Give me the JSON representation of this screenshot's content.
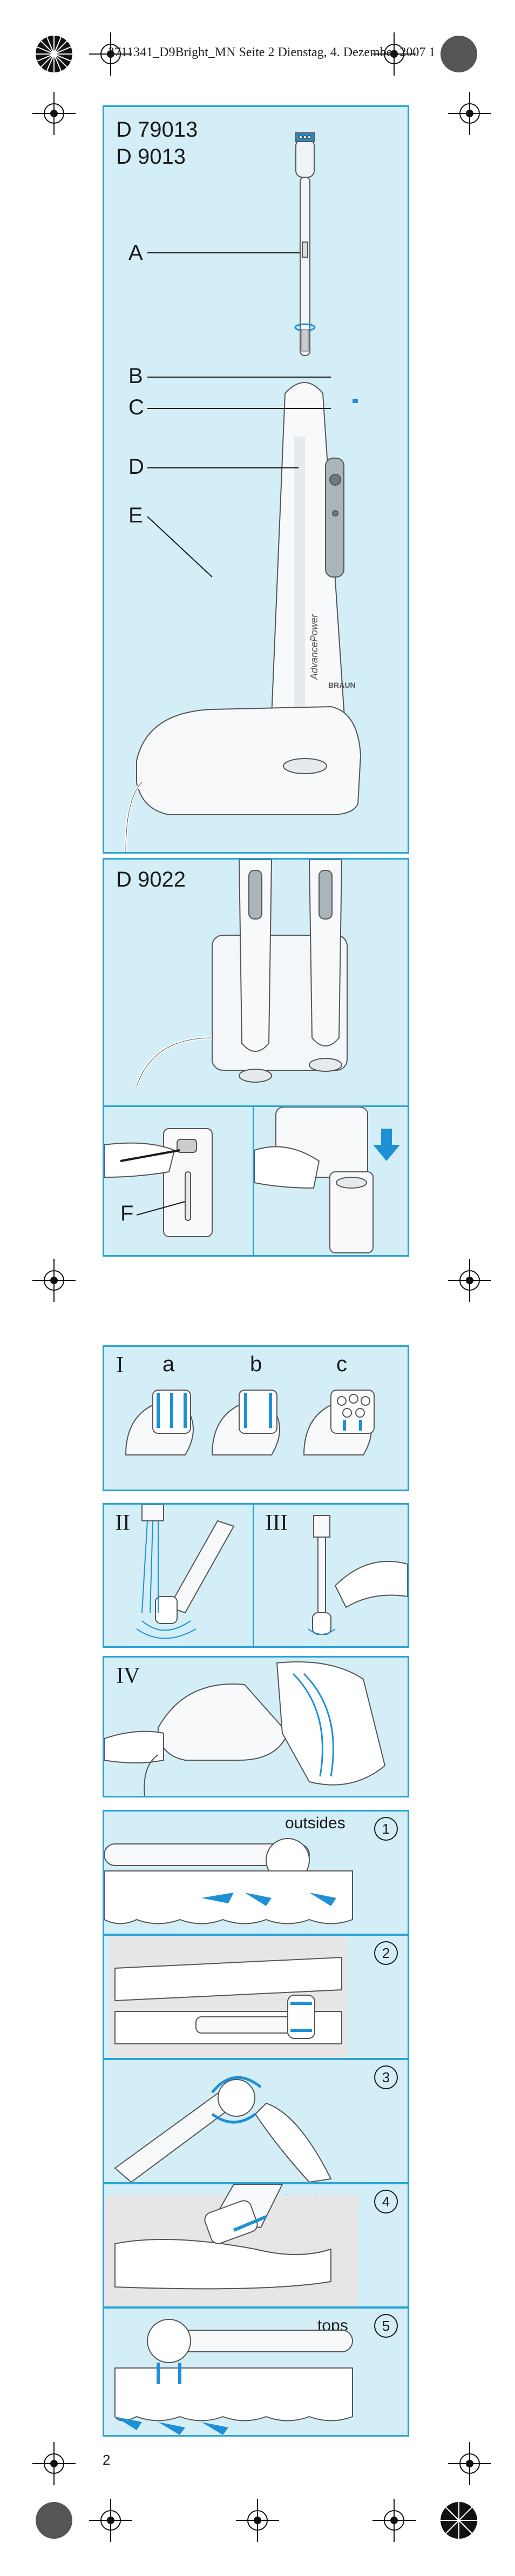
{
  "header": {
    "slug": "3711341_D9Bright_MN  Seite 2  Dienstag, 4. Dezember 2007  1"
  },
  "panel1": {
    "models": [
      "D 79013",
      "D 9013"
    ],
    "parts": [
      "A",
      "B",
      "C",
      "D",
      "E"
    ],
    "brand_text": "AdvancePower",
    "logo_text": "BRAUN"
  },
  "panel2": {
    "model": "D 9022",
    "part_f": "F"
  },
  "panel3": {
    "roman": "I",
    "variants": [
      "a",
      "b",
      "c"
    ]
  },
  "panel4": {
    "roman_left": "II",
    "roman_right": "III"
  },
  "panel5": {
    "roman": "IV"
  },
  "steps": [
    {
      "num": "1",
      "label": "outsides"
    },
    {
      "num": "2",
      "label": ""
    },
    {
      "num": "3",
      "label": ""
    },
    {
      "num": "4",
      "label": "insides"
    },
    {
      "num": "5",
      "label": "tops"
    }
  ],
  "footer": {
    "page_number": "2"
  },
  "colors": {
    "panel_bg": "#d4eef7",
    "panel_border": "#2aa3d8",
    "accent_blue": "#1e90d8"
  }
}
